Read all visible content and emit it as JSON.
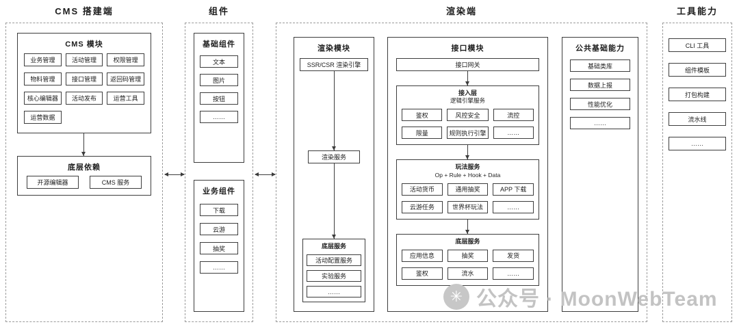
{
  "watermark": {
    "text": "公众号 · MoonWebTeam",
    "color": "#c3c3c3",
    "icon": "aperture-icon"
  },
  "sections": {
    "cms": {
      "title": "CMS 搭建端",
      "module": {
        "title": "CMS 模块",
        "items": [
          "业务管理",
          "活动管理",
          "权限管理",
          "物料管理",
          "接口管理",
          "返回码管理",
          "核心编辑器",
          "活动发布",
          "运营工具",
          "运营数据"
        ]
      },
      "deps": {
        "title": "底层依赖",
        "items": [
          "开源编辑器",
          "CMS 服务"
        ]
      }
    },
    "components": {
      "title": "组件",
      "basic": {
        "title": "基础组件",
        "items": [
          "文本",
          "图片",
          "按钮",
          "……"
        ]
      },
      "business": {
        "title": "业务组件",
        "items": [
          "下载",
          "云游",
          "抽奖",
          "……"
        ]
      }
    },
    "render": {
      "title": "渲染端",
      "render_module": {
        "title": "渲染模块",
        "engine": "SSR/CSR 渲染引擎",
        "service": "渲染服务",
        "base": {
          "title": "底层服务",
          "items": [
            "活动配置服务",
            "实验服务",
            "……"
          ]
        }
      },
      "api_module": {
        "title": "接口模块",
        "gateway": "接口网关",
        "access": {
          "title": "接入层",
          "subtitle": "逻辑引擎服务",
          "items": [
            "鉴权",
            "风控安全",
            "流控",
            "限量",
            "规则执行引擎",
            "……"
          ]
        },
        "gameplay": {
          "title": "玩法服务",
          "subtitle": "Op + Rule + Hook + Data",
          "items": [
            "活动货币",
            "通用抽奖",
            "APP 下载",
            "云游任务",
            "世界杯玩法",
            "……"
          ]
        },
        "base": {
          "title": "底层服务",
          "items": [
            "应用信息",
            "抽奖",
            "发货",
            "鉴权",
            "流水",
            "……"
          ]
        }
      },
      "common": {
        "title": "公共基础能力",
        "items": [
          "基础类库",
          "数据上报",
          "性能优化",
          "……"
        ]
      }
    },
    "tools": {
      "title": "工具能力",
      "items": [
        "CLI 工具",
        "组件模板",
        "打包构建",
        "流水线",
        "……"
      ]
    }
  }
}
